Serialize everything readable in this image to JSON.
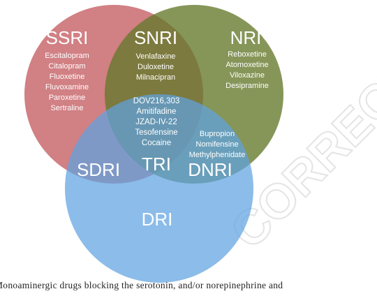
{
  "colors": {
    "ssri_circle": "#c1565b",
    "nri_circle": "#7b8b46",
    "dri_circle": "#74aee3",
    "label_text": "#ffffff"
  },
  "watermark": {
    "text": "CORRECT"
  },
  "venn": {
    "ssri": {
      "label": "SSRI",
      "drugs": [
        "Escitalopram",
        "Citalopram",
        "Fluoxetine",
        "Fluvoxamine",
        "Paroxetine",
        "Sertraline"
      ]
    },
    "snri": {
      "label": "SNRI",
      "drugs": [
        "Venlafaxine",
        "Duloxetine",
        "Milnacipran"
      ]
    },
    "nri": {
      "label": "NRI",
      "drugs": [
        "Reboxetine",
        "Atomoxetine",
        "Viloxazine",
        "Desipramine"
      ]
    },
    "tri": {
      "label": "TRI",
      "drugs": [
        "DOV216,303",
        "Amitifadine",
        "JZAD-IV-22",
        "Tesofensine",
        "Cocaine"
      ]
    },
    "dnri": {
      "label": "DNRI",
      "drugs": [
        "Bupropion",
        "Nomifensine",
        "Methylphenidate"
      ]
    },
    "sdri": {
      "label": "SDRI"
    },
    "dri": {
      "label": "DRI"
    }
  },
  "caption": "Monoaminergic drugs blocking the serotonin, and/or norepinephrine and"
}
